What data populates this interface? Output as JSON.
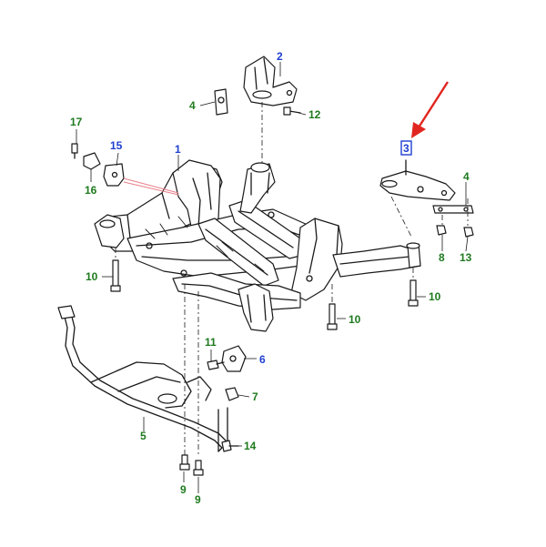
{
  "callouts": {
    "c1": "1",
    "c2": "2",
    "c3": "3",
    "c4a": "4",
    "c4b": "4",
    "c5": "5",
    "c6": "6",
    "c7": "7",
    "c8": "8",
    "c9a": "9",
    "c9b": "9",
    "c10a": "10",
    "c10b": "10",
    "c10c": "10",
    "c11": "11",
    "c12": "12",
    "c13": "13",
    "c14": "14",
    "c15": "15",
    "c16": "16",
    "c17": "17"
  },
  "colors": {
    "callout_green": "#1e7a1e",
    "callout_blue": "#1f3fd1",
    "indicator_arrow": "#e0261f",
    "line_art": "#1a1a1a"
  },
  "highlighted_part": "3"
}
